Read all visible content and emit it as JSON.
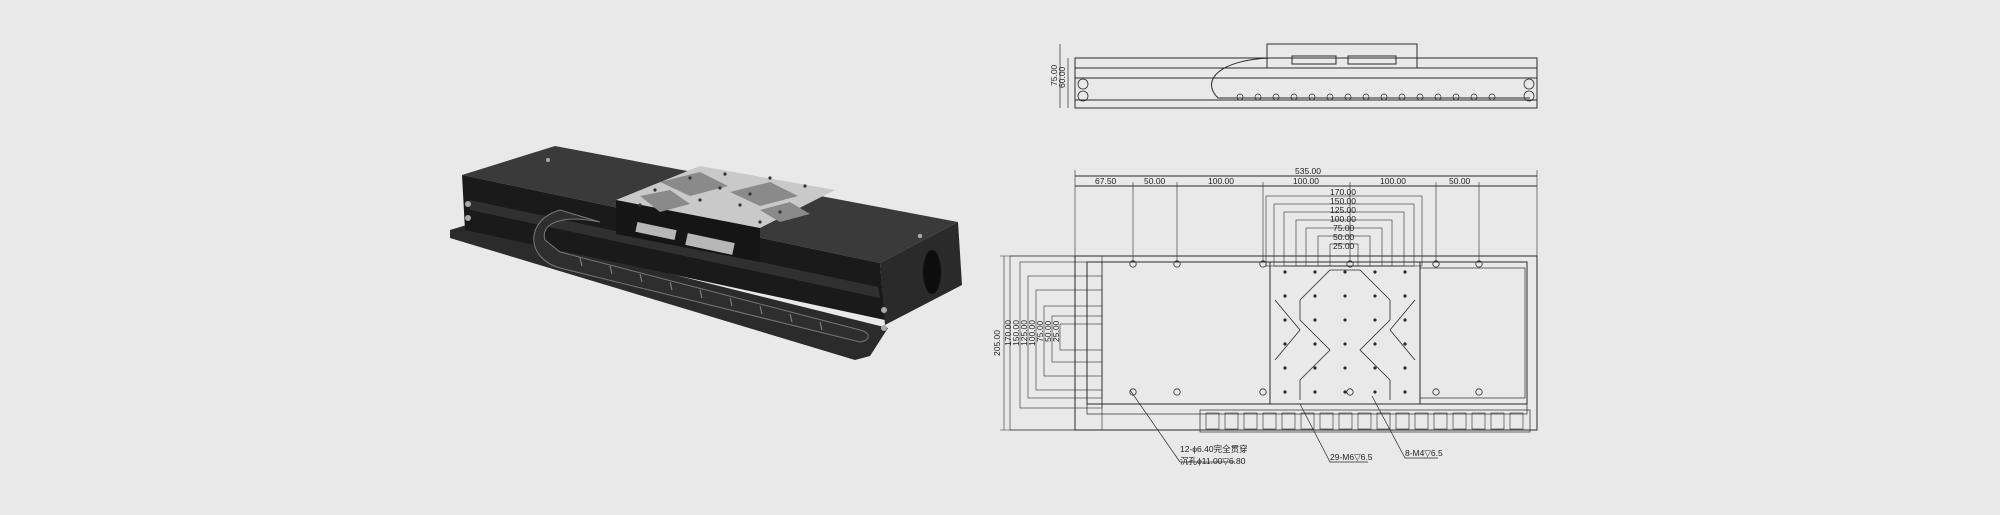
{
  "colors": {
    "background": "#e9e9e9",
    "line": "#2a2a2a",
    "stage_body": "#1f1f1f",
    "table_top": "#d6d6d6",
    "table_pattern": "#8c8c8c"
  },
  "render_view": {
    "label": "",
    "icons": [
      "linear-stage-icon",
      "cable-chain-icon",
      "connector-icon"
    ]
  },
  "side_view": {
    "height_dims": [
      "75.00",
      "60.00"
    ]
  },
  "top_view": {
    "overall_length": "535.00",
    "top_dims": [
      "67.50",
      "50.00",
      "100.00",
      "100.00",
      "100.00",
      "50.00"
    ],
    "table_dims": [
      "170.00",
      "150.00",
      "125.00",
      "100.00",
      "75.00",
      "50.00",
      "25.00"
    ],
    "overall_width": "205.00",
    "width_dims": [
      "170.00",
      "150.00",
      "125.00",
      "100.00",
      "75.00",
      "50.00",
      "25.00"
    ],
    "callouts": [
      {
        "line1": "12-ϕ6.40完全贯穿",
        "line2": "沉孔ϕ11.00▽6.80"
      },
      {
        "line1": "29-M6▽6.5",
        "line2": ""
      },
      {
        "line1": "8-M4▽6.5",
        "line2": ""
      }
    ]
  }
}
